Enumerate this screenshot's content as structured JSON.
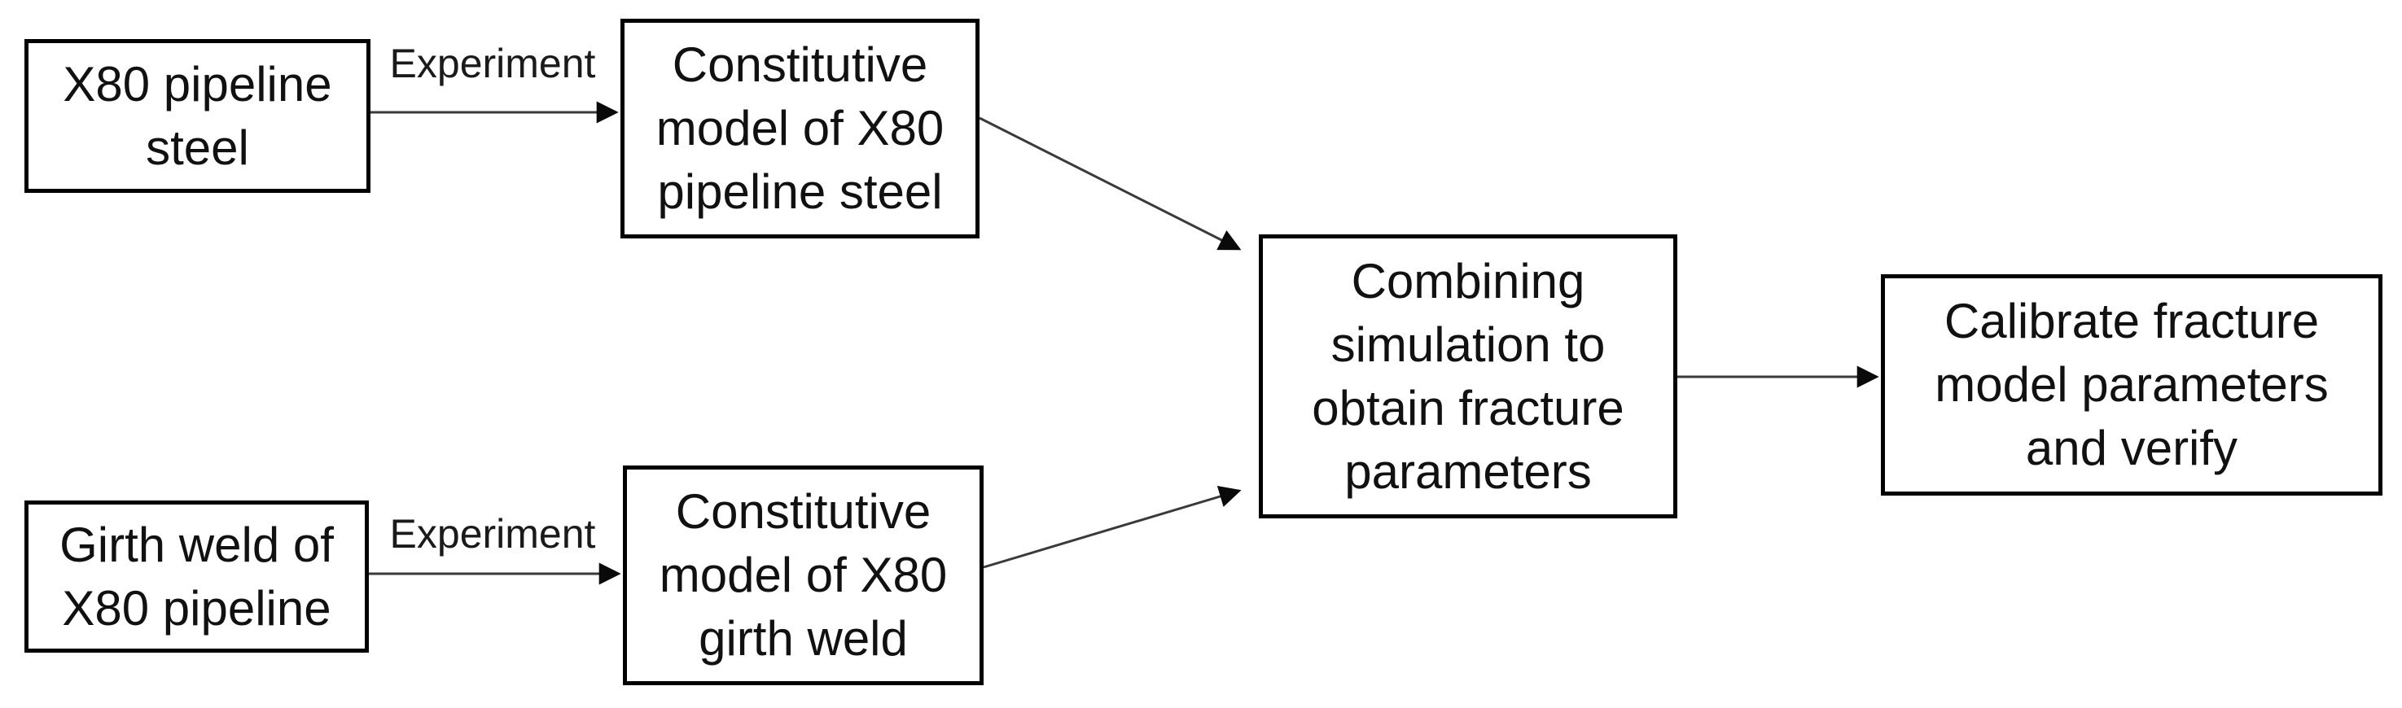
{
  "diagram": {
    "type": "flowchart",
    "background_color": "#ffffff",
    "box_border_color": "#000000",
    "connector_color": "#3a3a3a",
    "arrowhead_color": "#0a0a0a",
    "text_color": "#111111",
    "nodes": [
      {
        "id": "x80-pipeline-steel",
        "label": "X80 pipeline\nsteel"
      },
      {
        "id": "constitutive-model-x80-pipeline-steel",
        "label": "Constitutive\nmodel of X80\npipeline steel"
      },
      {
        "id": "girth-weld-of-x80-pipeline",
        "label": "Girth weld of\nX80 pipeline"
      },
      {
        "id": "constitutive-model-x80-girth-weld",
        "label": "Constitutive\nmodel of X80\ngirth weld"
      },
      {
        "id": "combining-simulation",
        "label": "Combining\nsimulation to\nobtain fracture\nparameters"
      },
      {
        "id": "calibrate-fracture-model",
        "label": "Calibrate fracture\nmodel parameters\nand verify"
      }
    ],
    "edges": [
      {
        "from": "x80-pipeline-steel",
        "to": "constitutive-model-x80-pipeline-steel",
        "label": "Experiment"
      },
      {
        "from": "girth-weld-of-x80-pipeline",
        "to": "constitutive-model-x80-girth-weld",
        "label": "Experiment"
      },
      {
        "from": "constitutive-model-x80-pipeline-steel",
        "to": "combining-simulation",
        "label": ""
      },
      {
        "from": "constitutive-model-x80-girth-weld",
        "to": "combining-simulation",
        "label": ""
      },
      {
        "from": "combining-simulation",
        "to": "calibrate-fracture-model",
        "label": ""
      }
    ]
  }
}
